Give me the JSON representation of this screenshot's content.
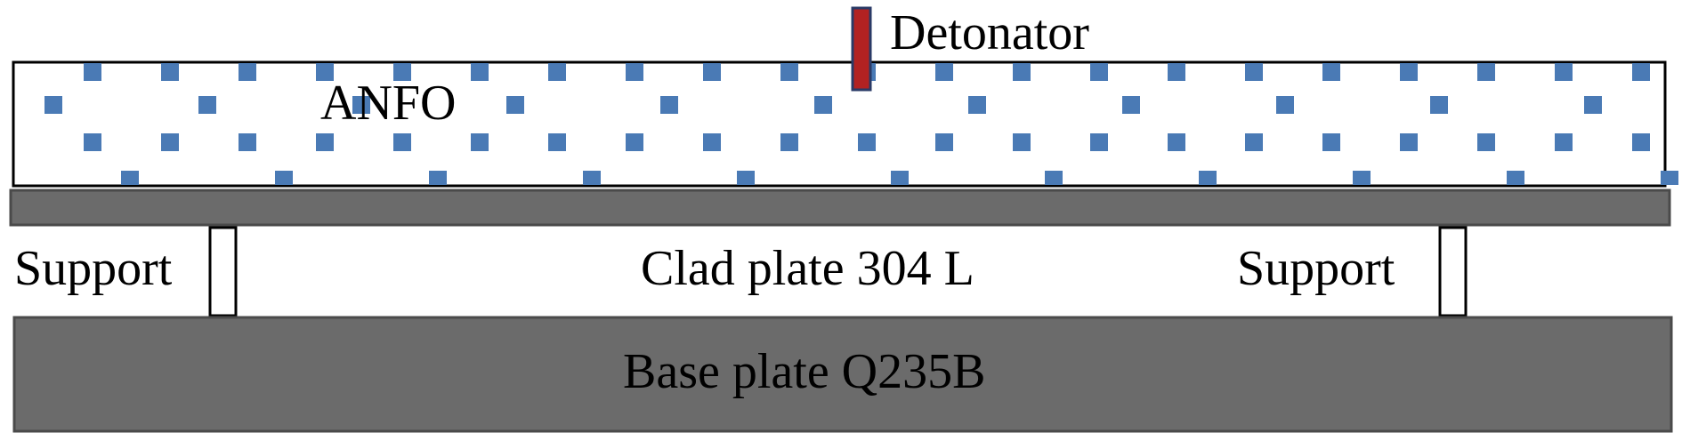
{
  "labels": {
    "detonator": "Detonator",
    "explosive": "ANFO",
    "support_left": "Support",
    "support_right": "Support",
    "clad_plate": "Clad plate 304 L",
    "base_plate": "Base plate Q235B"
  },
  "colors": {
    "explosive_dot": "#4a7ab5",
    "plate_fill": "#6b6b6b",
    "plate_stroke": "#4a4a4a",
    "detonator_fill": "#b22222",
    "detonator_stroke": "#2a3a66",
    "outline": "#000000"
  }
}
